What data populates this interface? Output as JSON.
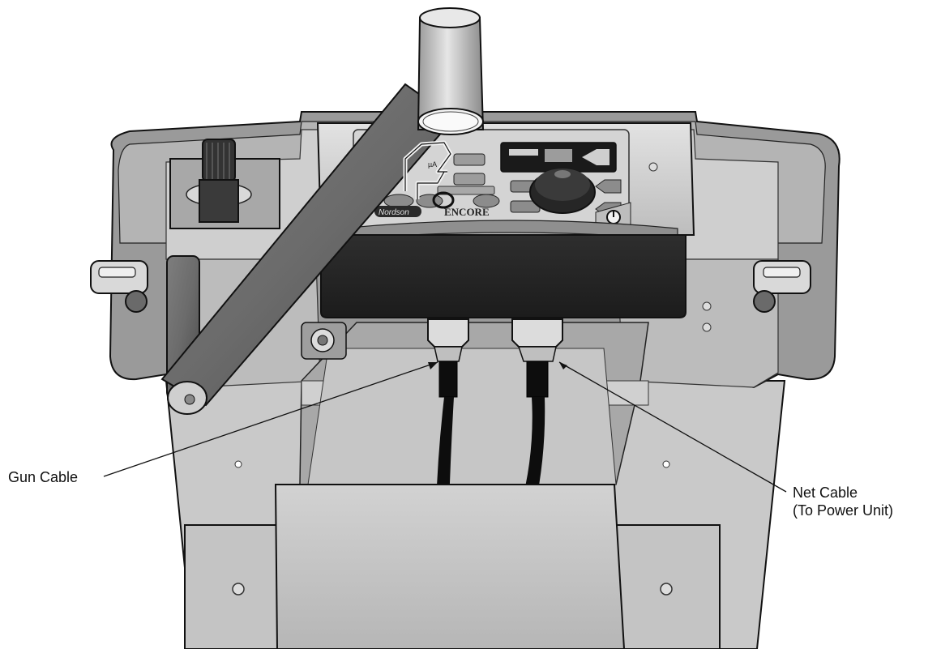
{
  "callouts": {
    "gun_cable": "Gun Cable",
    "net_cable_line1": "Net Cable",
    "net_cable_line2": "(To Power Unit)"
  },
  "unit_markings": {
    "brand": "Nordson",
    "product": "ENCORE",
    "current_unit": "µA"
  },
  "colors": {
    "background": "#ffffff",
    "metal_light": "#d7d7d7",
    "metal_mid": "#a9a9a9",
    "metal_dark": "#5a5a5a",
    "housing_black": "#232323",
    "cable_black": "#0d0d0d",
    "outline": "#111111"
  }
}
